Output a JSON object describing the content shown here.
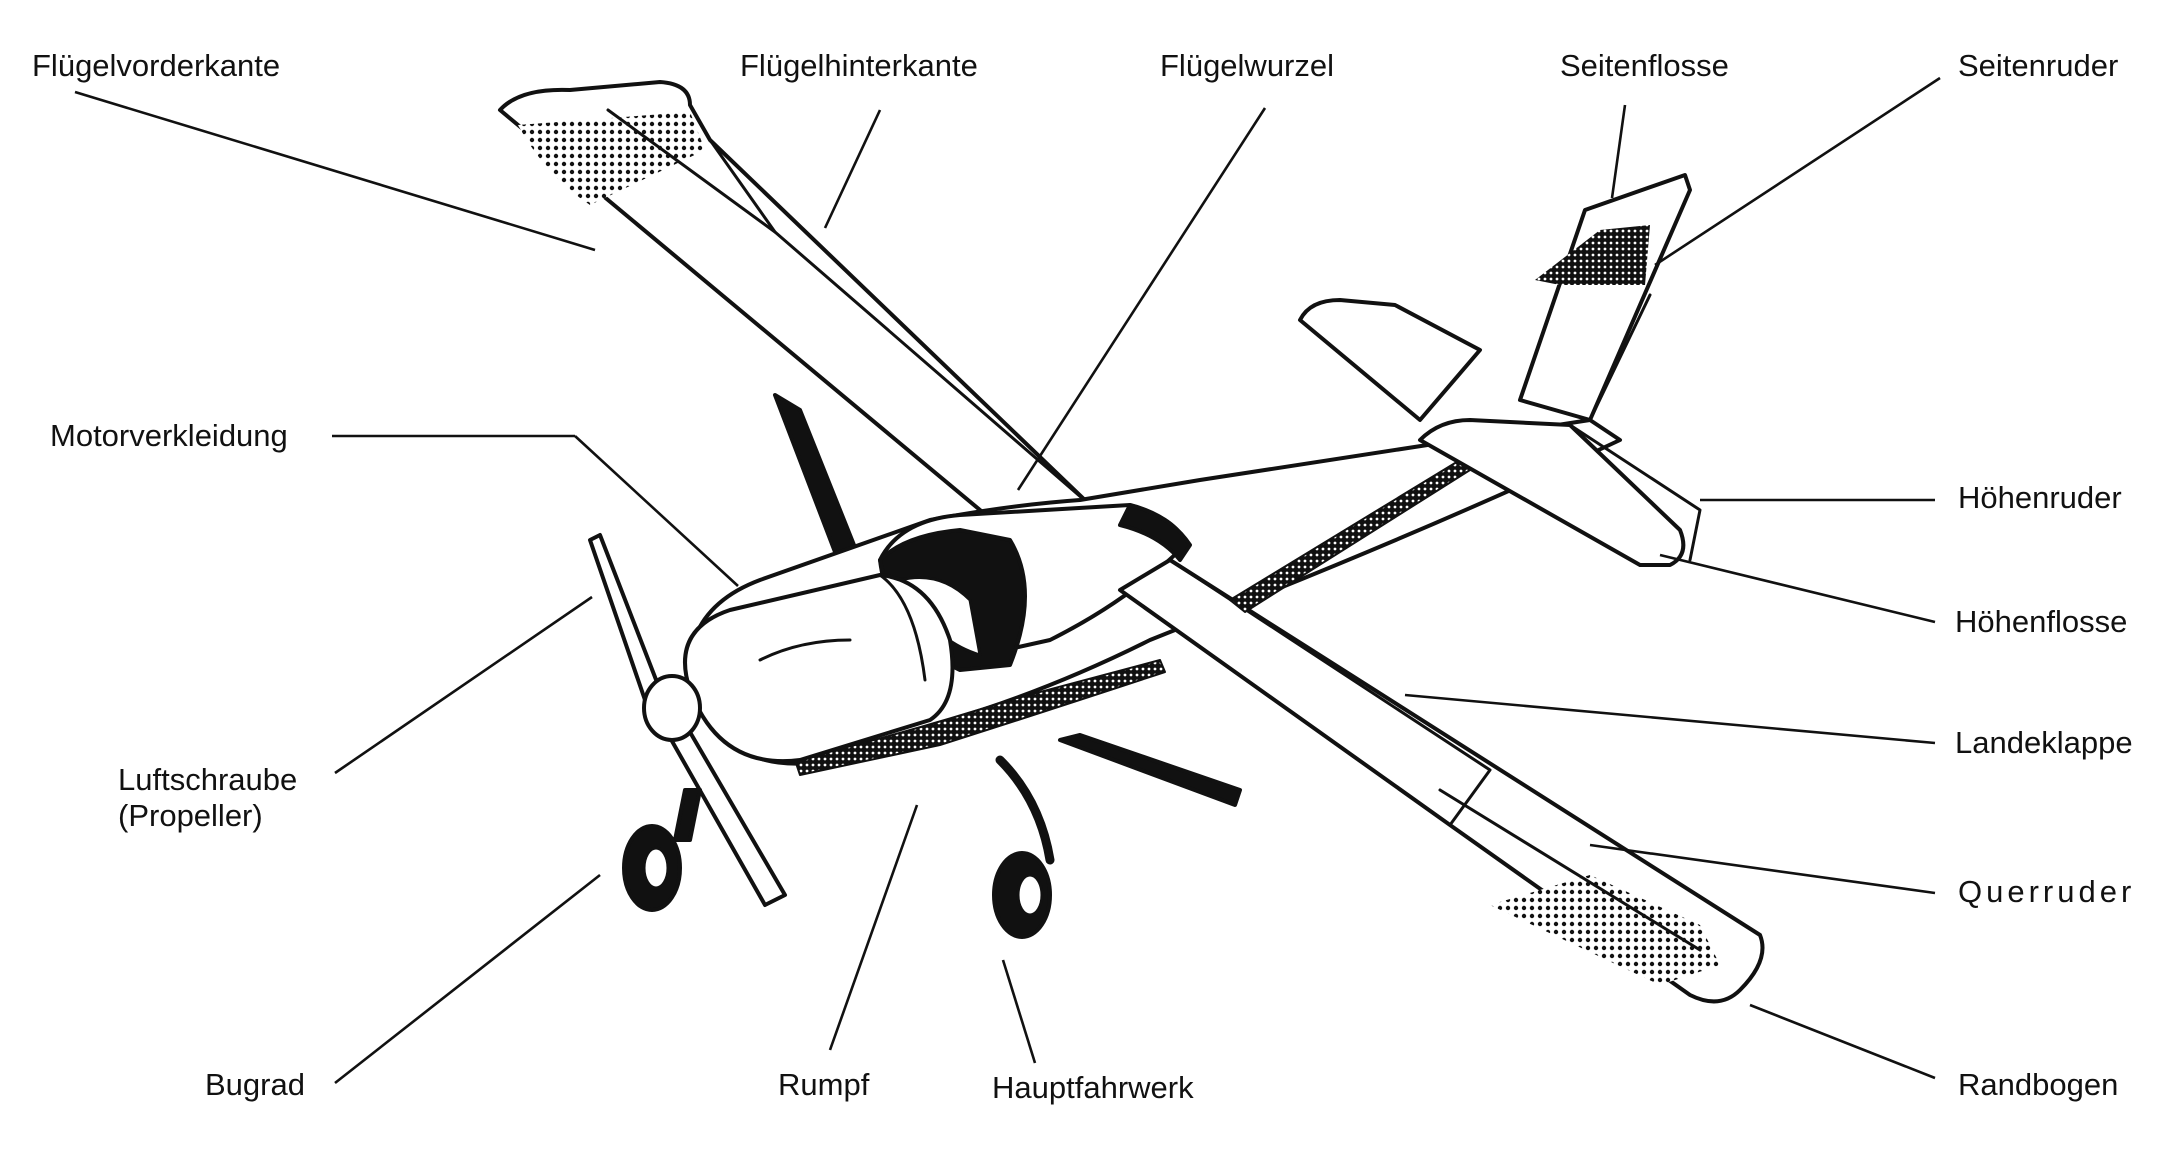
{
  "labels": {
    "leading_edge": "Flügelvorderkante",
    "trailing_edge": "Flügelhinterkante",
    "wing_root": "Flügelwurzel",
    "fin": "Seitenflosse",
    "rudder": "Seitenruder",
    "cowling": "Motorverkleidung",
    "elevator": "Höhenruder",
    "stabilizer": "Höhenflosse",
    "propeller_line1": "Luftschraube",
    "propeller_line2": "(Propeller)",
    "flap": "Landeklappe",
    "aileron": "Querruder",
    "nose_wheel": "Bugrad",
    "fuselage": "Rumpf",
    "main_gear": "Hauptfahrwerk",
    "wing_tip": "Randbogen"
  },
  "colors": {
    "ink": "#111111",
    "paper": "#ffffff"
  }
}
